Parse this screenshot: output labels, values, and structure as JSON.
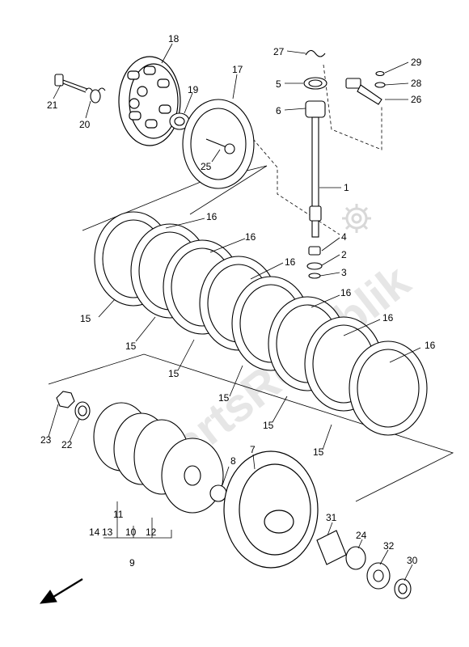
{
  "watermark": "PartsRepublik",
  "callouts": {
    "c1": "1",
    "c2": "2",
    "c3": "3",
    "c4": "4",
    "c5": "5",
    "c6": "6",
    "c7": "7",
    "c8": "8",
    "c9": "9",
    "c10": "10",
    "c11": "11",
    "c12": "12",
    "c13": "13",
    "c14": "14",
    "c15a": "15",
    "c15b": "15",
    "c15c": "15",
    "c15d": "15",
    "c15e": "15",
    "c15f": "15",
    "c16a": "16",
    "c16b": "16",
    "c16c": "16",
    "c16d": "16",
    "c16e": "16",
    "c16f": "16",
    "c17": "17",
    "c18": "18",
    "c19": "19",
    "c20": "20",
    "c21": "21",
    "c22": "22",
    "c23": "23",
    "c24": "24",
    "c25": "25",
    "c26": "26",
    "c27": "27",
    "c28": "28",
    "c29": "29",
    "c30": "30",
    "c31": "31",
    "c32": "32"
  },
  "icons": {
    "direction": "front-arrow-icon",
    "gear": "gear-watermark-icon"
  }
}
